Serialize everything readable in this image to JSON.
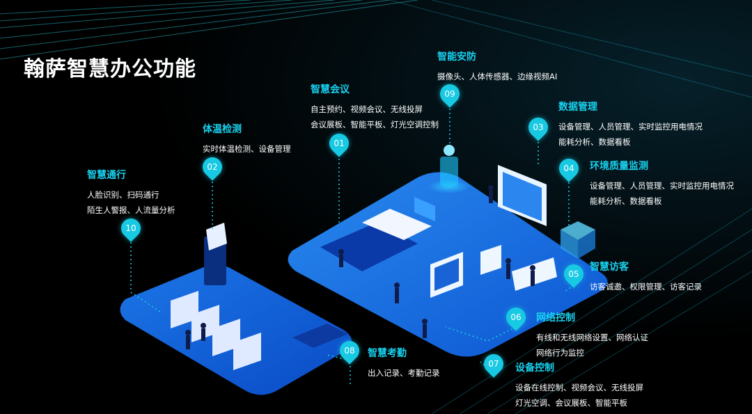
{
  "page_title": "翰萨智慧办公功能",
  "features": [
    {
      "id": "01",
      "title": "智慧会议",
      "lines": [
        "自主预约、视频会议、无线投屏",
        "会议展板、智能平板、灯光空调控制"
      ]
    },
    {
      "id": "02",
      "title": "体温检测",
      "lines": [
        "实时体温检测、设备管理"
      ]
    },
    {
      "id": "03",
      "title": "数据管理",
      "lines": [
        "设备管理、人员管理、实时监控用电情况",
        "能耗分析、数据看板"
      ]
    },
    {
      "id": "04",
      "title": "环境质量监测",
      "lines": [
        "设备管理、人员管理、实时监控用电情况",
        "能耗分析、数据看板"
      ]
    },
    {
      "id": "05",
      "title": "智慧访客",
      "lines": [
        "访客诚邀、权限管理、访客记录"
      ]
    },
    {
      "id": "06",
      "title": "网络控制",
      "lines": [
        "有线和无线网络设置、网络认证",
        "网络行为监控"
      ]
    },
    {
      "id": "07",
      "title": "设备控制",
      "lines": [
        "设备在线控制、视频会议、无线投屏",
        "灯光空调、会议展板、智能平板"
      ]
    },
    {
      "id": "08",
      "title": "智慧考勤",
      "lines": [
        "出入记录、考勤记录"
      ]
    },
    {
      "id": "09",
      "title": "智能安防",
      "lines": [
        "摄像头、人体传感器、边缘视频AI"
      ]
    },
    {
      "id": "10",
      "title": "智慧通行",
      "lines": [
        "人脸识别、扫码通行",
        "陌生人警报、人流量分析"
      ]
    }
  ],
  "colors": {
    "accent": "#18d2f0",
    "marker": "#18c9e3",
    "platform": "#1a6fe6"
  }
}
